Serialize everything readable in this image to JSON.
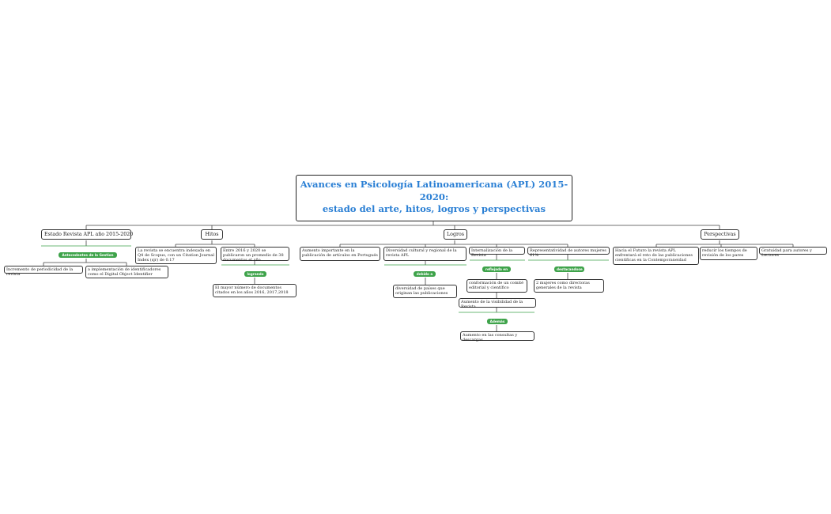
{
  "title": {
    "line1": "Avances en Psicología Latinoamericana (APL) 2015-",
    "line2": "2020:",
    "line3": "estado del arte, hitos, logros y perspectivas"
  },
  "branches": {
    "estado": "Estado Revista APL año  2015-2020",
    "hitos": "Hitos",
    "logros": "Logros",
    "perspectivas": "Perspectivas"
  },
  "estado": {
    "tag": "Antecedentes de la Gestion",
    "n1": "Incremento de periodicidad de la revista",
    "n2": "a implementación de identificadores como el  Digital Object Identifier"
  },
  "hitos": {
    "n1": "La revista se encuentra indexada en Q4 de Scopus, con un Citation Journal Index (sjr) de 0.17",
    "n2": "Entre 2016 y 2020 se publicaron un promedio de 38 documentos el año",
    "tag": "logrando",
    "n3": "El mayor número de documentos citados en los años 2016, 2017,2018"
  },
  "logros": {
    "n1": "Aumento importante en la publicación de artículos en Portugués",
    "n2": "Diversidad cultural y regional de la revista APL",
    "tag2": "debido a",
    "n2a": "diversidad de países que originan las publicaciones",
    "n3": "Internalización de la Revista",
    "tag3": "reflejada en",
    "n3a": "conformación de un comité editorial y científico",
    "n3b": "Aumento de la visibilidad de la Revista",
    "tag3b": "Ademàs",
    "n3c": "Aumento en las consultas y descargas",
    "n4": "Representatividad de autores mujeres 61%",
    "tag4": "destacandose",
    "n4a": "2 mujeres como directoras generales de la revista"
  },
  "perspectivas": {
    "n1": "Hacia el Futuro la revista APL enfrentará el reto de las publicaciones científicas en la Contemporaneidad",
    "n2": "reducir los tiempos de revisión de los pares",
    "n3": "Gratuidad para autores y Lectores"
  },
  "colors": {
    "title": "#2a7fd4",
    "tag": "#3ea34a",
    "line": "#444444",
    "separator": "#3ea34a"
  }
}
